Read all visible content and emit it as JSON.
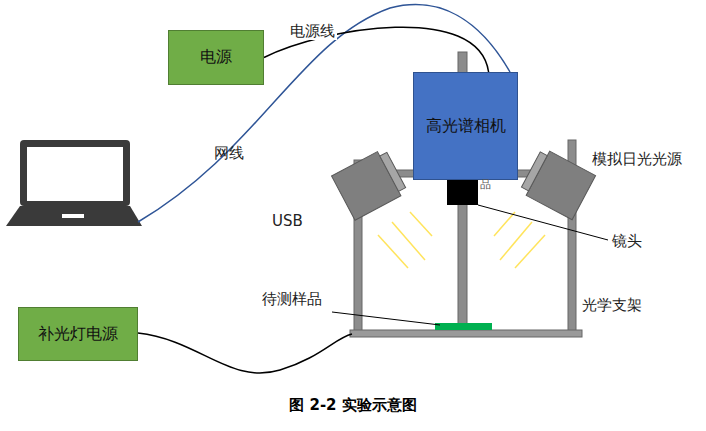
{
  "diagram": {
    "caption": "图 2-2 实验示意图",
    "nodes": [
      {
        "text": [
          "电源"
        ]
      },
      {
        "text": [
          "高光谱相机"
        ]
      },
      {
        "text": [
          "补光灯电源"
        ]
      }
    ],
    "edges": [
      {
        "from": 0,
        "to": 1,
        "arrow": "none",
        "label": "电源线"
      }
    ],
    "labels": [
      "网线",
      "USB",
      "模拟日光光源",
      "品",
      "镜头",
      "待测样品",
      "光学支架"
    ]
  }
}
